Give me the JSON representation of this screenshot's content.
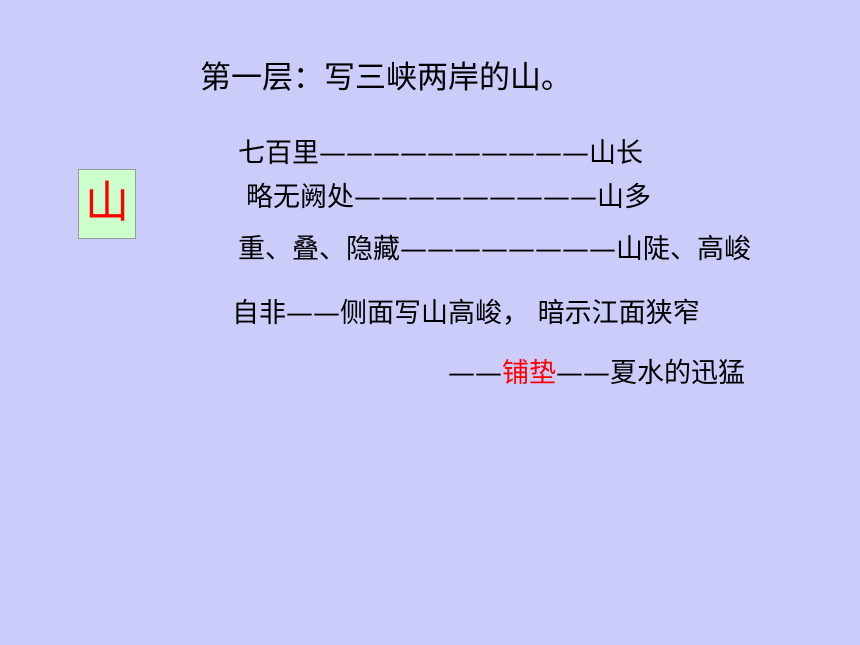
{
  "title": "第一层：写三峡两岸的山。",
  "keyword": "山",
  "lines": [
    {
      "text": "七百里——————————山长"
    },
    {
      "text": "略无阙处—————————山多"
    },
    {
      "text": "重、叠、隐藏————————山陡、高峻"
    },
    {
      "text": "自非——侧面写山高峻， 暗示江面狭窄"
    }
  ],
  "last_line": {
    "prefix": "——",
    "highlight": "铺垫",
    "suffix": "——夏水的迅猛"
  },
  "colors": {
    "background": "#ccccfa",
    "highlight": "#ff0000",
    "keyword_box": "#ccffcc"
  }
}
